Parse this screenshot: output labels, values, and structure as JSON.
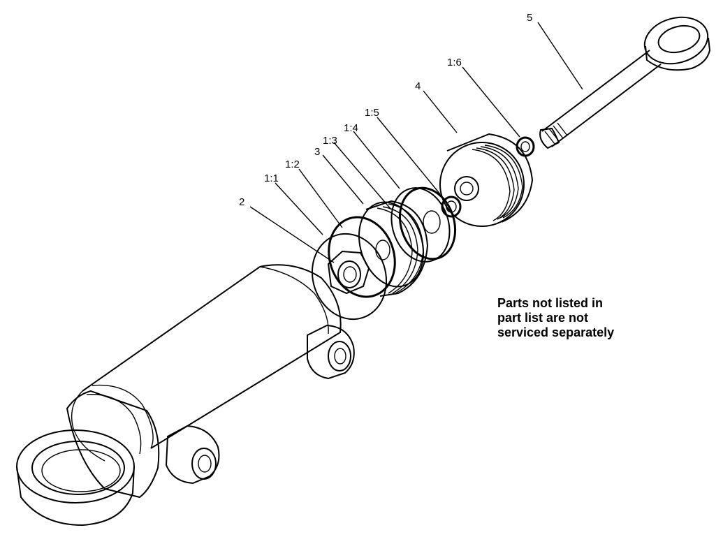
{
  "callouts": [
    "5",
    "1:6",
    "4",
    "1:5",
    "1:4",
    "1:3",
    "3",
    "1:2",
    "1:1",
    "2"
  ],
  "note": {
    "line1": "Parts not listed in",
    "line2": "part list are not",
    "line3": "serviced separately"
  }
}
